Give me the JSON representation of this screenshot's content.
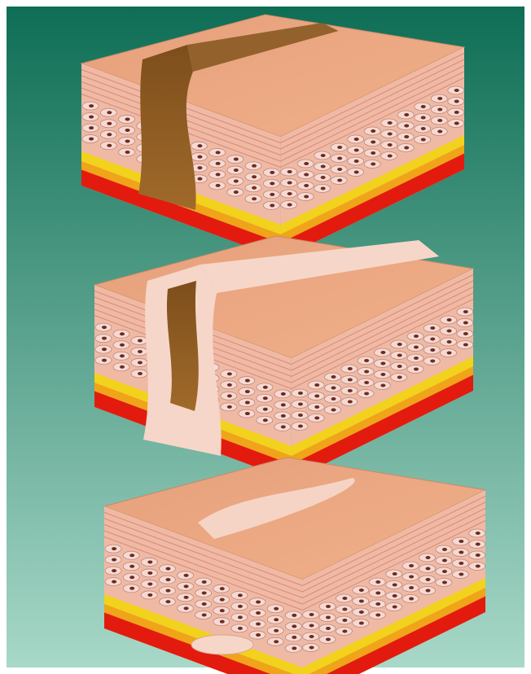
{
  "figure": {
    "panels": [
      {
        "id": "stage-1",
        "stage": "open-wound",
        "wound_fill": "scab-full"
      },
      {
        "id": "stage-2",
        "stage": "re-epithelialization",
        "wound_fill": "scab-with-new-tissue"
      },
      {
        "id": "stage-3",
        "stage": "healed-with-scar",
        "wound_fill": "scar"
      }
    ],
    "colors": {
      "background_top": "#0e6e55",
      "background_bottom": "#a8d8c8",
      "skin_top": "#e9a47d",
      "skin_face": "#f0b9a4",
      "skin_lines": "#d98a7a",
      "cell_fill": "#f7d9d2",
      "cell_stroke": "#b8877c",
      "nucleus": "#6a2c1e",
      "yellow_layer": "#f2d21c",
      "orange_layer": "#f0a419",
      "red_layer": "#e21b0e",
      "scab": "#8a5a22",
      "new_tissue": "#f6d6c8"
    }
  }
}
